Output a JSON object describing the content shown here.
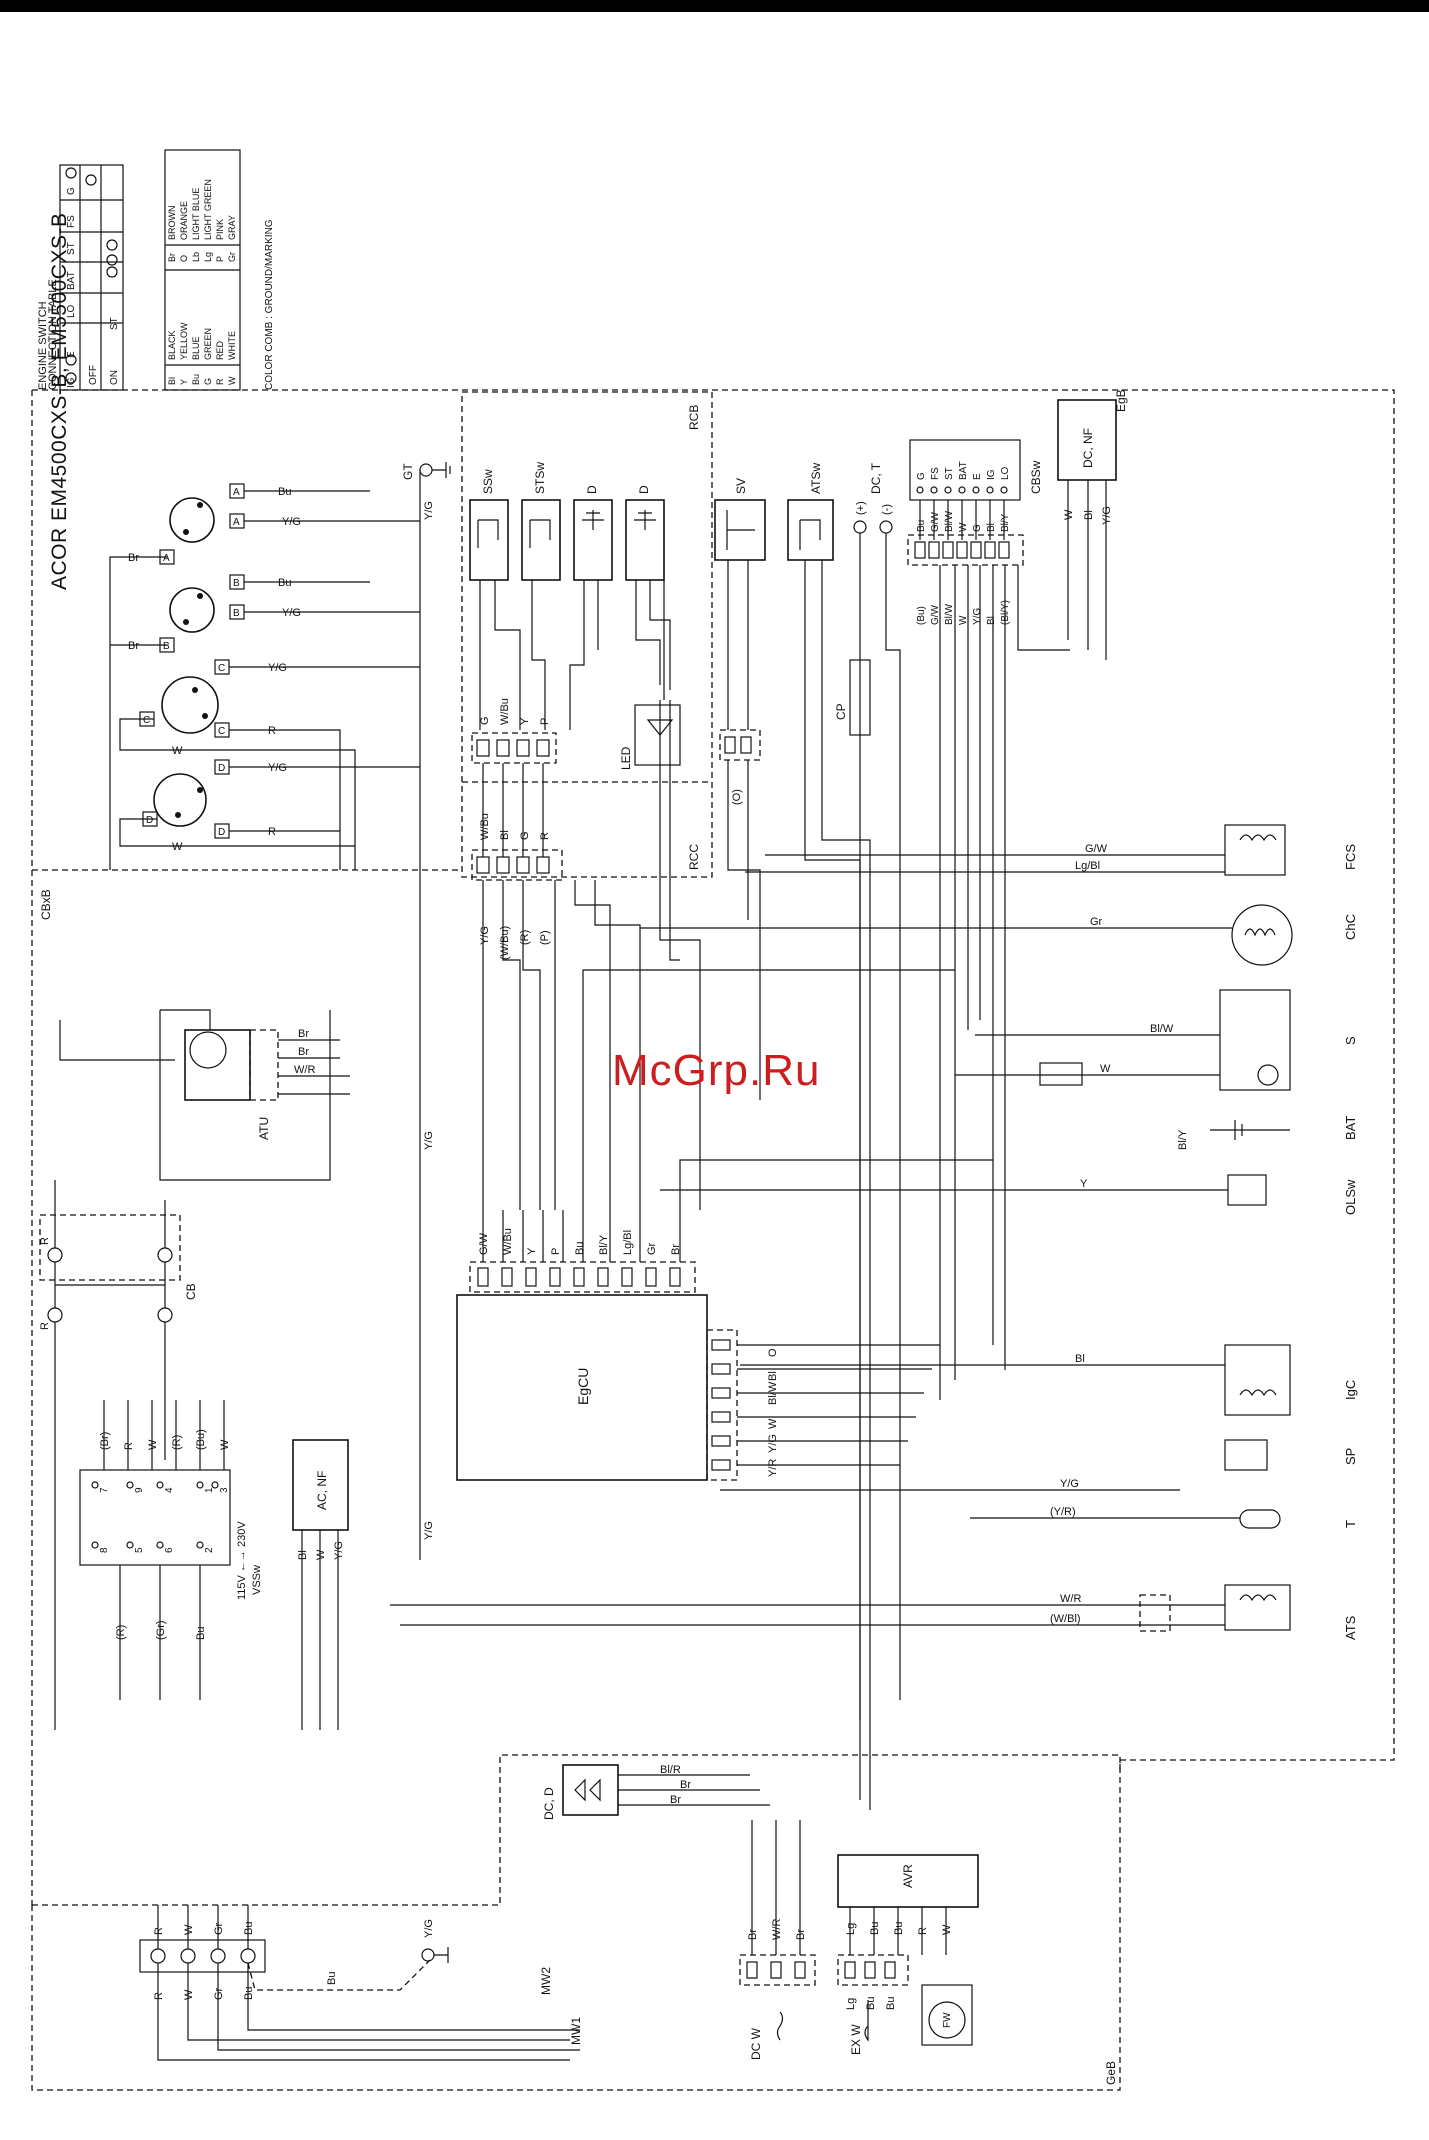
{
  "title": "ACOR EM4500CXS-B, EM5500CXS-B",
  "watermark": "McGrp.Ru",
  "switch_table": {
    "title_line1": "ENGINE SWITCH",
    "title_line2": "CONNECTION TABLE",
    "columns": [
      "IG",
      "E",
      "LO",
      "BAT",
      "ST",
      "FS",
      "G"
    ],
    "rows": [
      "OFF",
      "ON",
      "ST"
    ]
  },
  "color_code": {
    "entries": [
      {
        "code": "Bl",
        "name": "BLACK"
      },
      {
        "code": "Y",
        "name": "YELLOW"
      },
      {
        "code": "Bu",
        "name": "BLUE"
      },
      {
        "code": "G",
        "name": "GREEN"
      },
      {
        "code": "R",
        "name": "RED"
      },
      {
        "code": "W",
        "name": "WHITE"
      },
      {
        "code": "Br",
        "name": "BROWN"
      },
      {
        "code": "O",
        "name": "ORANGE"
      },
      {
        "code": "Lb",
        "name": "LIGHT BLUE"
      },
      {
        "code": "Lg",
        "name": "LIGHT GREEN"
      },
      {
        "code": "P",
        "name": "PINK"
      },
      {
        "code": "Gr",
        "name": "GRAY"
      }
    ],
    "footer": "COLOR COMB : GROUND/MARKING"
  },
  "sections": {
    "egb": "EgB",
    "cbxb": "CBxB",
    "geb": "GeB",
    "rcb": "RCB",
    "rcc": "RCC"
  },
  "components": {
    "egcu": "EgCU",
    "atu": "ATU",
    "cb": "CB",
    "vssw_line1": "115V ←→ 230V",
    "vssw_line2": "VSSw",
    "acnf": "AC, NF",
    "dcd": "DC, D",
    "avr": "AVR",
    "dcnf": "DC, NF",
    "cbsw": "CBSw",
    "dct": "DC, T",
    "atsw": "ATSw",
    "sv": "SV",
    "ssw": "SSw",
    "stsw": "STSw",
    "d1": "D",
    "d2": "D",
    "led": "LED",
    "cp": "CP",
    "gt": "GT",
    "fcs": "FCS",
    "chc": "ChC",
    "s": "S",
    "bat": "BAT",
    "olsw": "OLSw",
    "igc": "IgC",
    "sp": "SP",
    "t": "T",
    "ats": "ATS",
    "mw1": "MW1",
    "mw2": "MW2",
    "dcw": "DC W",
    "exw": "EX W",
    "fw": "FW"
  },
  "receptacles": [
    "A",
    "B",
    "C",
    "D"
  ],
  "egcu_top_pins": [
    "G/W",
    "W/Bu",
    "Y",
    "P",
    "Bu",
    "Bl/Y",
    "Lg/Bl",
    "Gr",
    "Br"
  ],
  "egcu_right_pins": [
    "O",
    "Bl",
    "Bl/W",
    "W",
    "Y/G",
    "Y/R"
  ],
  "cbsw_pins": [
    "G",
    "FS",
    "ST",
    "BAT",
    "E",
    "IG",
    "LO"
  ],
  "cbsw_wires": [
    "Bu",
    "G/W",
    "Bl/W",
    "W",
    "G",
    "Bl",
    "Bl/Y"
  ],
  "cbsw_wires_lower": [
    "(Bu)",
    "G/W",
    "Bl/W",
    "W",
    "Y/G",
    "Bl",
    "(Bl/Y)"
  ],
  "rcc_pins_top": [
    "W/Bu",
    "Bl",
    "G",
    "R"
  ],
  "rcc_pins_bottom": [
    "Y/G",
    "(W/Bu)",
    "(R)",
    "(P)"
  ],
  "led_pins": [
    "G",
    "W/Bu",
    "Y",
    "P"
  ],
  "vssw_pins": [
    "7",
    "8",
    "9",
    "4",
    "5",
    "6",
    "1",
    "2",
    "3"
  ],
  "vssw_wires_top": [
    "(Br)",
    "R",
    "W",
    "(R)",
    "(Bu)",
    "W"
  ],
  "vssw_wires_bottom": [
    "(R)",
    "(Gr)",
    "Bu"
  ],
  "acnf_wires": [
    "Bl",
    "W",
    "Y/G"
  ],
  "terminal_wires": [
    "R",
    "W",
    "Gr",
    "Bu"
  ],
  "dcw_wires": [
    "Br",
    "W/R",
    "Br"
  ],
  "exw_wires": [
    "Lg",
    "Bu",
    "Bu"
  ],
  "avr_wires": [
    "Lg",
    "Bu",
    "Bu",
    "R",
    "W"
  ],
  "misc_labels": {
    "plus": "(+)",
    "minus": "(-)",
    "wire_yg": "Y/G",
    "wire_bu": "Bu",
    "wire_br": "Br",
    "wire_r": "R",
    "wire_w": "W",
    "wire_y": "Y",
    "wire_g": "G",
    "wire_gr": "Gr",
    "wire_bl": "Bl",
    "wire_gw": "G/W",
    "wire_lgbl": "Lg/Bl",
    "wire_blw": "Bl/W",
    "wire_bly": "Bl/Y",
    "wire_wr": "W/R",
    "wire_wbl": "(W/Bl)",
    "wire_yr": "(Y/R)",
    "wire_blr": "Bl/R",
    "wire_o": "(O)"
  }
}
